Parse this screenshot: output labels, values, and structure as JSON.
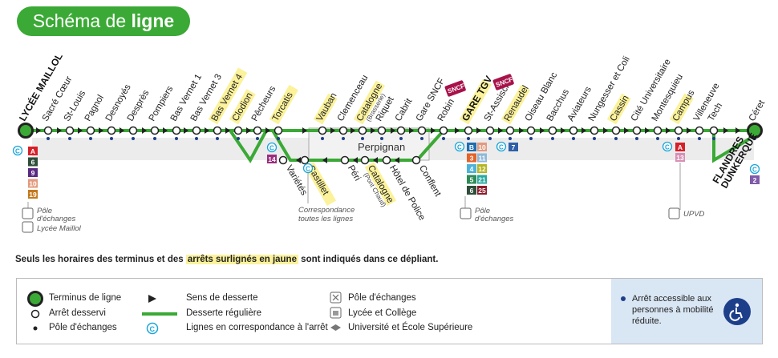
{
  "title": {
    "light": "Schéma de ",
    "bold": "ligne"
  },
  "colors": {
    "line": "#3aa935",
    "highlight": "#fbf29b",
    "accessible": "#1d3f8a",
    "corr": "#1aa6d8"
  },
  "stops_top": [
    {
      "name": "LYCÉE MAILLOL",
      "terminus": true
    },
    {
      "name": "Sacré Cœur"
    },
    {
      "name": "St-Louis"
    },
    {
      "name": "Pagnol"
    },
    {
      "name": "Desnoyés"
    },
    {
      "name": "Desprès"
    },
    {
      "name": "Pompiers"
    },
    {
      "name": "Bas Vernet 1"
    },
    {
      "name": "Bas Vernet 3"
    },
    {
      "name": "Bas Vernet 4",
      "hl": true
    },
    {
      "name": "Clodion",
      "hl": true
    },
    {
      "name": "Pêcheurs"
    },
    {
      "name": "Torcatis",
      "hl": true
    },
    {
      "name": "Vauban",
      "hl": true
    },
    {
      "name": "Clemenceau"
    },
    {
      "name": "Catalogne",
      "sub": "(Brasserie)",
      "hl": true
    },
    {
      "name": "Riquet"
    },
    {
      "name": "Cabrit"
    },
    {
      "name": "Gare SNCF",
      "sncf": true
    },
    {
      "name": "Robin"
    },
    {
      "name": "GARE TGV",
      "bold": true,
      "hl": true,
      "sncf": true
    },
    {
      "name": "St-Assiscle"
    },
    {
      "name": "Renaudel",
      "hl": true
    },
    {
      "name": "Oiseau Blanc"
    },
    {
      "name": "Bacchus"
    },
    {
      "name": "Aviateurs"
    },
    {
      "name": "Nungesser et Coli"
    },
    {
      "name": "Cassin",
      "hl": true
    },
    {
      "name": "Cité Universitaire"
    },
    {
      "name": "Montesquieu"
    },
    {
      "name": "Campus",
      "hl": true
    },
    {
      "name": "Villeneuve"
    },
    {
      "name": "Tech"
    },
    {
      "name": "Céret"
    }
  ],
  "stops_bottom": [
    {
      "name": "Variétés"
    },
    {
      "name": "Castillet",
      "hl": true
    },
    {
      "name": "Péri"
    },
    {
      "name": "Catalogne",
      "sub": "(Pont Chaud)",
      "hl": true
    },
    {
      "name": "Hôtel de Police"
    },
    {
      "name": "Conflent"
    }
  ],
  "terminus_end": "FLANDRES DUNKERQUE",
  "perpignan": "Perpignan",
  "sncf_label": "SNCF",
  "correspondence_note": [
    "Correspondance",
    "toutes les lignes"
  ],
  "corr_symbol": "C",
  "badges": {
    "maillol": [
      {
        "t": "A",
        "c": "#d62028"
      },
      {
        "t": "6",
        "c": "#2e4e3a"
      },
      {
        "t": "9",
        "c": "#5a2a82"
      },
      {
        "t": "10",
        "c": "#e39a7e"
      },
      {
        "t": "19",
        "c": "#c47a1c"
      }
    ],
    "pecheurs": [
      {
        "t": "14",
        "c": "#9b2c7e"
      }
    ],
    "tgv": [
      {
        "t": "B",
        "c": "#1f6db1"
      },
      {
        "t": "10",
        "c": "#e39a7e"
      },
      {
        "t": "3",
        "c": "#e4632a"
      },
      {
        "t": "11",
        "c": "#8fb9d9"
      },
      {
        "t": "4",
        "c": "#4fb3d9"
      },
      {
        "t": "12",
        "c": "#b5b51f"
      },
      {
        "t": "5",
        "c": "#2e8b57"
      },
      {
        "t": "21",
        "c": "#28a9a0"
      },
      {
        "t": "6",
        "c": "#2e4e3a"
      },
      {
        "t": "25",
        "c": "#8e1b2a"
      }
    ],
    "renaudel": [
      {
        "t": "7",
        "c": "#2e5ea8"
      }
    ],
    "campus": [
      {
        "t": "A",
        "c": "#d62028"
      },
      {
        "t": "13",
        "c": "#d88fb5"
      }
    ],
    "flandres": [
      {
        "t": "2",
        "c": "#7f5aa8"
      }
    ]
  },
  "poles": {
    "maillol": [
      "Pôle",
      "d'échanges",
      "Lycée Maillol"
    ],
    "tgv": [
      "Pôle",
      "d'échanges"
    ],
    "campus": [
      "UPVD"
    ]
  },
  "note": {
    "before": "Seuls les horaires des terminus et des ",
    "highlight": "arrêts surlignés en jaune",
    "after": " sont indiqués dans ce dépliant."
  },
  "legend": {
    "terminus": "Terminus de ligne",
    "desservi": "Arrêt desservi",
    "pole_dot": "Pôle d'échanges",
    "sens": "Sens de desserte",
    "reguliere": "Desserte régulière",
    "correspondance": "Lignes en correspondance à l'arrêt",
    "pole": "Pôle d'échanges",
    "lycee": "Lycée et Collège",
    "universite": "Université et École Supérieure",
    "accessible": "Arrêt accessible aux personnes à mobilité réduite."
  }
}
